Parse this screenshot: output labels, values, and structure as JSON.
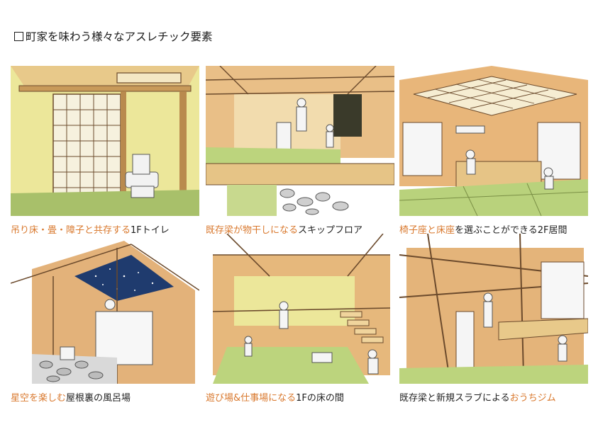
{
  "page": {
    "title": "町家を味わう様々なアスレチック要素"
  },
  "colors": {
    "highlight": "#d9782d",
    "text": "#1f1f1f",
    "wood": "#e4b77d",
    "wood_dark": "#6b4a2c",
    "tatami": "#c6d98b",
    "wall": "#ece79a",
    "night": "#1f3b6e"
  },
  "panels": [
    {
      "icon": "toilet-scene",
      "caption": {
        "parts": [
          {
            "text": "吊り床・畳・障子と共存する",
            "hl": true
          },
          {
            "text": "1Fトイレ",
            "hl": false
          }
        ]
      }
    },
    {
      "icon": "skip-floor-scene",
      "caption": {
        "parts": [
          {
            "text": "既存梁が物干しになる",
            "hl": true
          },
          {
            "text": "スキップフロア",
            "hl": false
          }
        ]
      }
    },
    {
      "icon": "living-room-scene",
      "caption": {
        "parts": [
          {
            "text": "椅子座と床座",
            "hl": true
          },
          {
            "text": "を選ぶことができる",
            "hl": false
          },
          {
            "text": "2F居間",
            "hl": true
          }
        ]
      }
    },
    {
      "icon": "bath-scene",
      "caption": {
        "parts": [
          {
            "text": "星空を楽しむ",
            "hl": true
          },
          {
            "text": "屋根裏の風呂場",
            "hl": false
          }
        ]
      }
    },
    {
      "icon": "playroom-scene",
      "caption": {
        "parts": [
          {
            "text": "遊び場&仕事場になる",
            "hl": true
          },
          {
            "text": "1Fの床の間",
            "hl": false
          }
        ]
      }
    },
    {
      "icon": "gym-scene",
      "caption": {
        "parts": [
          {
            "text": "既存梁と新規スラブによる",
            "hl": false
          },
          {
            "text": "おうちジム",
            "hl": true
          }
        ]
      }
    }
  ]
}
